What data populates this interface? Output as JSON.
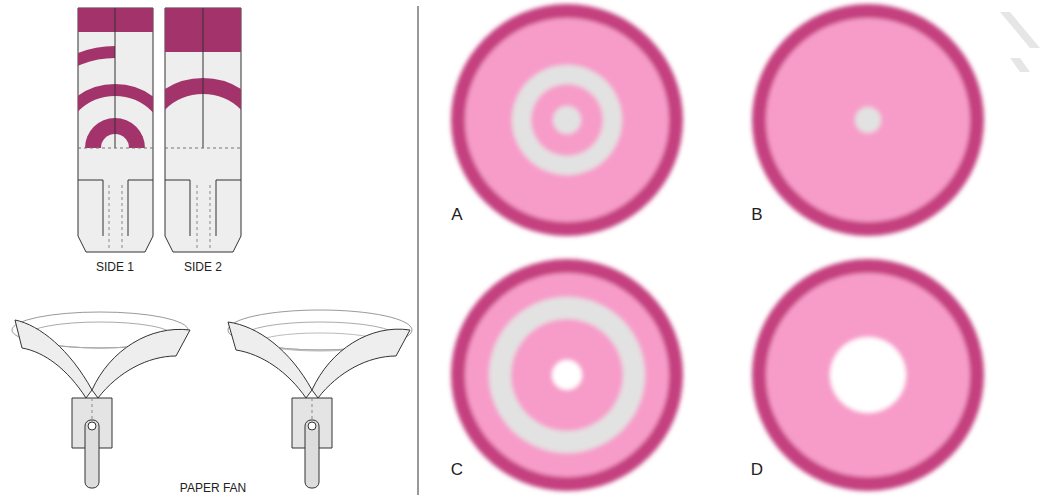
{
  "diagram": {
    "labels": [
      "SIDE 1",
      "SIDE 2",
      "PAPER FAN",
      "A",
      "B",
      "C",
      "D"
    ]
  }
}
